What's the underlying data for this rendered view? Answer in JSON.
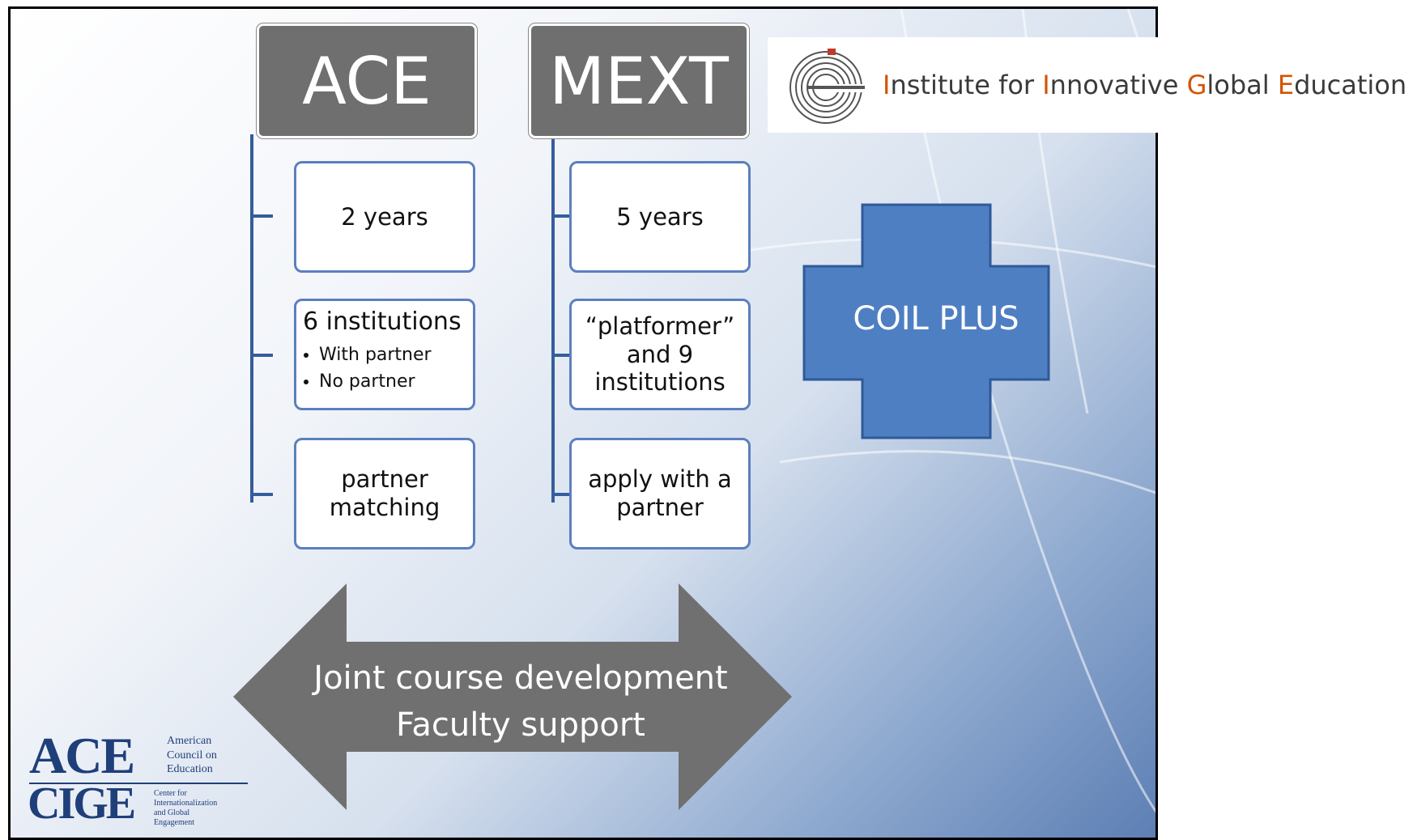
{
  "header": {
    "ace_label": "ACE",
    "mext_label": "MEXT"
  },
  "ace_column": {
    "duration": "2 years",
    "institutions_lead": "6 institutions",
    "institutions_bullets": [
      "With partner",
      "No partner"
    ],
    "matching": "partner matching"
  },
  "mext_column": {
    "duration": "5 years",
    "platformer": "“platformer” and 9 institutions",
    "apply": "apply with a partner"
  },
  "institute_logo": {
    "name_parts": [
      "I",
      "nstitute for ",
      "I",
      "nnovative ",
      "G",
      "lobal ",
      "E",
      "ducation"
    ]
  },
  "coil_plus": {
    "label": "COIL PLUS"
  },
  "double_arrow": {
    "line1": "Joint course development",
    "line2": "Faculty support"
  },
  "ace_cige_logo": {
    "ace_mark": "ACE",
    "ace_name": [
      "American",
      "Council on",
      "Education"
    ],
    "cige_mark": "CIGE",
    "cige_name": [
      "Center for",
      "Internationalization",
      "and Global",
      "Engagement"
    ]
  },
  "colors": {
    "header_fill": "#6f6f6f",
    "box_border": "#5b7fbf",
    "connector": "#355d9c",
    "plus_fill": "#4f7fc3",
    "arrow_fill": "#707070",
    "logo_accent": "#d35400",
    "ace_logo_blue": "#1f3f7a"
  }
}
